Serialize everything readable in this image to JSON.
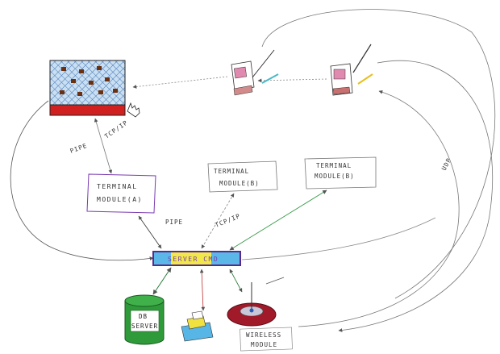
{
  "labels": {
    "terminal_a_line1": "TERMINAL",
    "terminal_a_line2": "MODULE(A)",
    "terminal_b1_line1": "TERMINAL",
    "terminal_b1_line2": "MODULE(B)",
    "terminal_b2_line1": "TERMINAL",
    "terminal_b2_line2": "MODULE(B)",
    "server": "SERVER CMD",
    "db_line1": "DB",
    "db_line2": "SERVER",
    "wireless_line1": "WIRELESS",
    "wireless_line2": "MODULE",
    "pipe_left": "PIPE",
    "tcpip_left": "TCP/IP",
    "pipe_mid": "PIPE",
    "tcpip_mid": "TCP/IP",
    "udp": "UDP"
  },
  "colors": {
    "terminal_a_border": "#7a3bb0",
    "server_fill": "#f2e84a",
    "server_blue": "#5ab7e8",
    "server_border": "#5a2a8a",
    "board_grid": "#4a78b8",
    "board_red": "#d02020",
    "db_green": "#2f9a3a",
    "printer_blue": "#58b6e6",
    "printer_yellow": "#f0e040",
    "wireless_red": "#a01a2a",
    "line_gray": "#8a8a8a",
    "line_green": "#3a9a4a",
    "line_purple": "#6a3aa0"
  }
}
